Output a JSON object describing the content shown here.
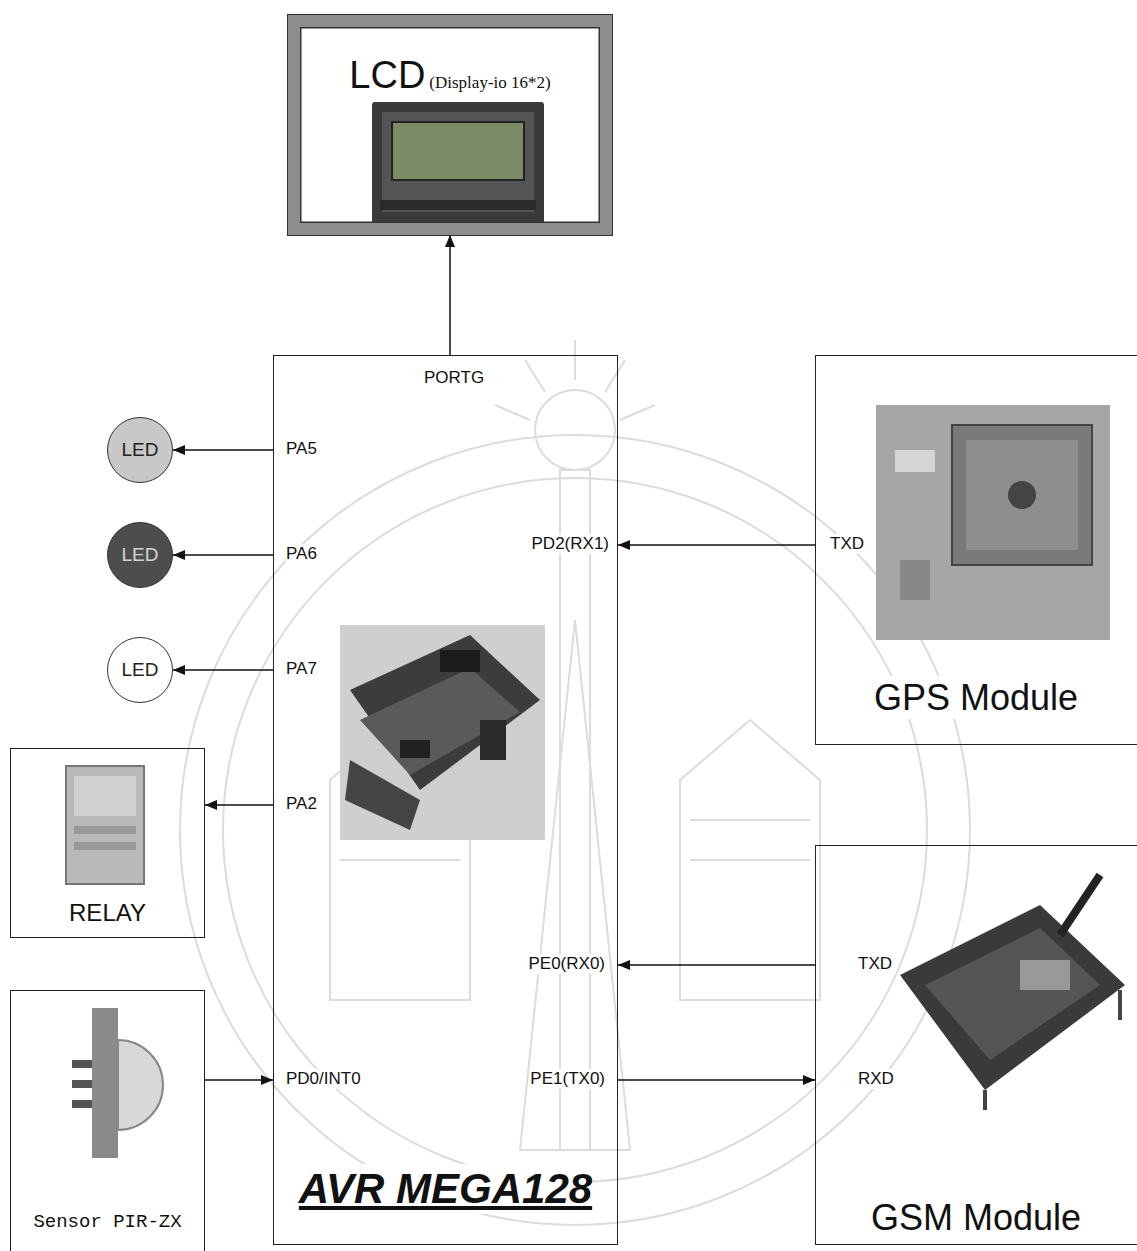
{
  "diagram": {
    "nodes": [
      {
        "text": [
          "LCD",
          "(Display-io 16*2)"
        ]
      },
      {
        "text": [
          "PORTG",
          "PA5",
          "PA6",
          "PD2(RX1)",
          "PA7",
          "PA2",
          "PE0(RX0)",
          "PD0/INT0",
          "PE1(TX0)",
          "AVR MEGA128"
        ]
      },
      {
        "text": [
          "LED"
        ]
      },
      {
        "text": [
          "LED"
        ]
      },
      {
        "text": [
          "LED"
        ]
      },
      {
        "text": [
          "TXD",
          "GPS Module"
        ]
      },
      {
        "text": [
          "RELAY"
        ]
      },
      {
        "text": [
          "TXD",
          "RXD",
          "GSM Module"
        ]
      },
      {
        "text": [
          "Sensor PIR-ZX"
        ]
      }
    ],
    "edges": [
      {
        "from": 1,
        "to": 0,
        "arrow": "to"
      },
      {
        "from": 1,
        "to": 2,
        "arrow": "to"
      },
      {
        "from": 1,
        "to": 3,
        "arrow": "to"
      },
      {
        "from": 1,
        "to": 4,
        "arrow": "to"
      },
      {
        "from": 1,
        "to": 6,
        "arrow": "to"
      },
      {
        "from": 5,
        "to": 1,
        "arrow": "to"
      },
      {
        "from": 7,
        "to": 1,
        "arrow": "to"
      },
      {
        "from": 8,
        "to": 1,
        "arrow": "to"
      },
      {
        "from": 1,
        "to": 7,
        "arrow": "to"
      }
    ]
  }
}
